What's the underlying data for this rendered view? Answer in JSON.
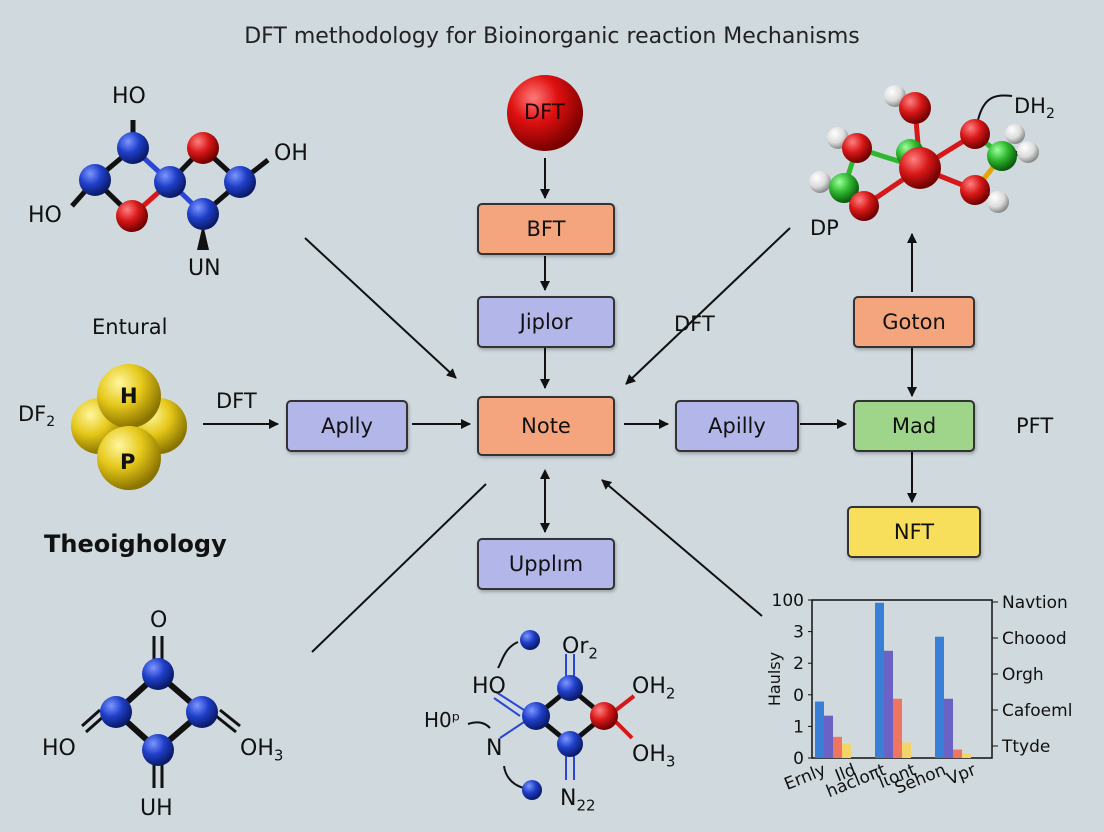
{
  "title": "DFT methodology for Bioinorganic reaction Mechanisms",
  "nodes": {
    "top_sphere": "DFT",
    "bft": "BFT",
    "diplor": "Jiplor",
    "note": "Note",
    "apply_left": "Aplly",
    "apply_right": "Apilly",
    "mad": "Mad",
    "goton": "Goton",
    "nft": "NFT",
    "upplim": "Upplım"
  },
  "labels": {
    "dft_mid": "DFT",
    "dft_left": "DFT",
    "pft": "PFT",
    "dp": "DP",
    "dh2": "DH",
    "dh2_sub": "2",
    "entural": "Entural",
    "theoighology": "Theoighology",
    "df2": "DF",
    "df2_sub": "2"
  },
  "molecule_top_left": {
    "ho_top": "HO",
    "oh_right": "OH",
    "ho_left": "HO",
    "un": "UN"
  },
  "molecule_yellow": {
    "h": "H",
    "p": "P"
  },
  "molecule_bottom_left": {
    "o": "O",
    "ho": "HO",
    "oh3": "OH",
    "oh3_sub": "3",
    "uh": "UH"
  },
  "molecule_bottom_mid": {
    "or2": "Or",
    "or2_sub": "2",
    "ho": "HO",
    "oh2": "OH",
    "oh2_sub": "2",
    "h0": "H0ᵖ",
    "n": "N",
    "oh3": "OH",
    "oh3_sub": "3",
    "n22": "N",
    "n22_sub": "22"
  },
  "colors": {
    "background": "#cfd9de",
    "orange_box": "#f4a57d",
    "purple_box": "#b3b6e8",
    "green_box": "#9fd48b",
    "yellow_box": "#f7df5c",
    "atom_blue": "#1f3fc9",
    "atom_red": "#d81818",
    "atom_green": "#2fb82f",
    "atom_yellow": "#e6c81a"
  },
  "chart_data": {
    "type": "bar",
    "ylabel": "Haulsy",
    "y_tick_labels": [
      "100",
      "3",
      "2",
      "0",
      "1",
      "0"
    ],
    "right_tick_labels": [
      "Navtion",
      "Choood",
      "Orgh",
      "Cafoeml",
      "Ttyde"
    ],
    "categories": [
      "Ernly",
      "Ild",
      "hacloπt",
      "lιont",
      "Sehon",
      "Vpr"
    ],
    "ylim": [
      0,
      5.6
    ],
    "series": [
      {
        "color": "#3a7fd6",
        "values": [
          2.0,
          0,
          5.5,
          0,
          4.3,
          0
        ]
      },
      {
        "color": "#6a62c4",
        "values": [
          1.5,
          0,
          3.8,
          0,
          2.1,
          0
        ]
      },
      {
        "color": "#ef7560",
        "values": [
          0.75,
          0,
          2.1,
          0,
          0.3,
          0
        ]
      },
      {
        "color": "#f3d36a",
        "values": [
          0.5,
          0,
          0.55,
          0,
          0.15,
          0
        ]
      }
    ]
  }
}
